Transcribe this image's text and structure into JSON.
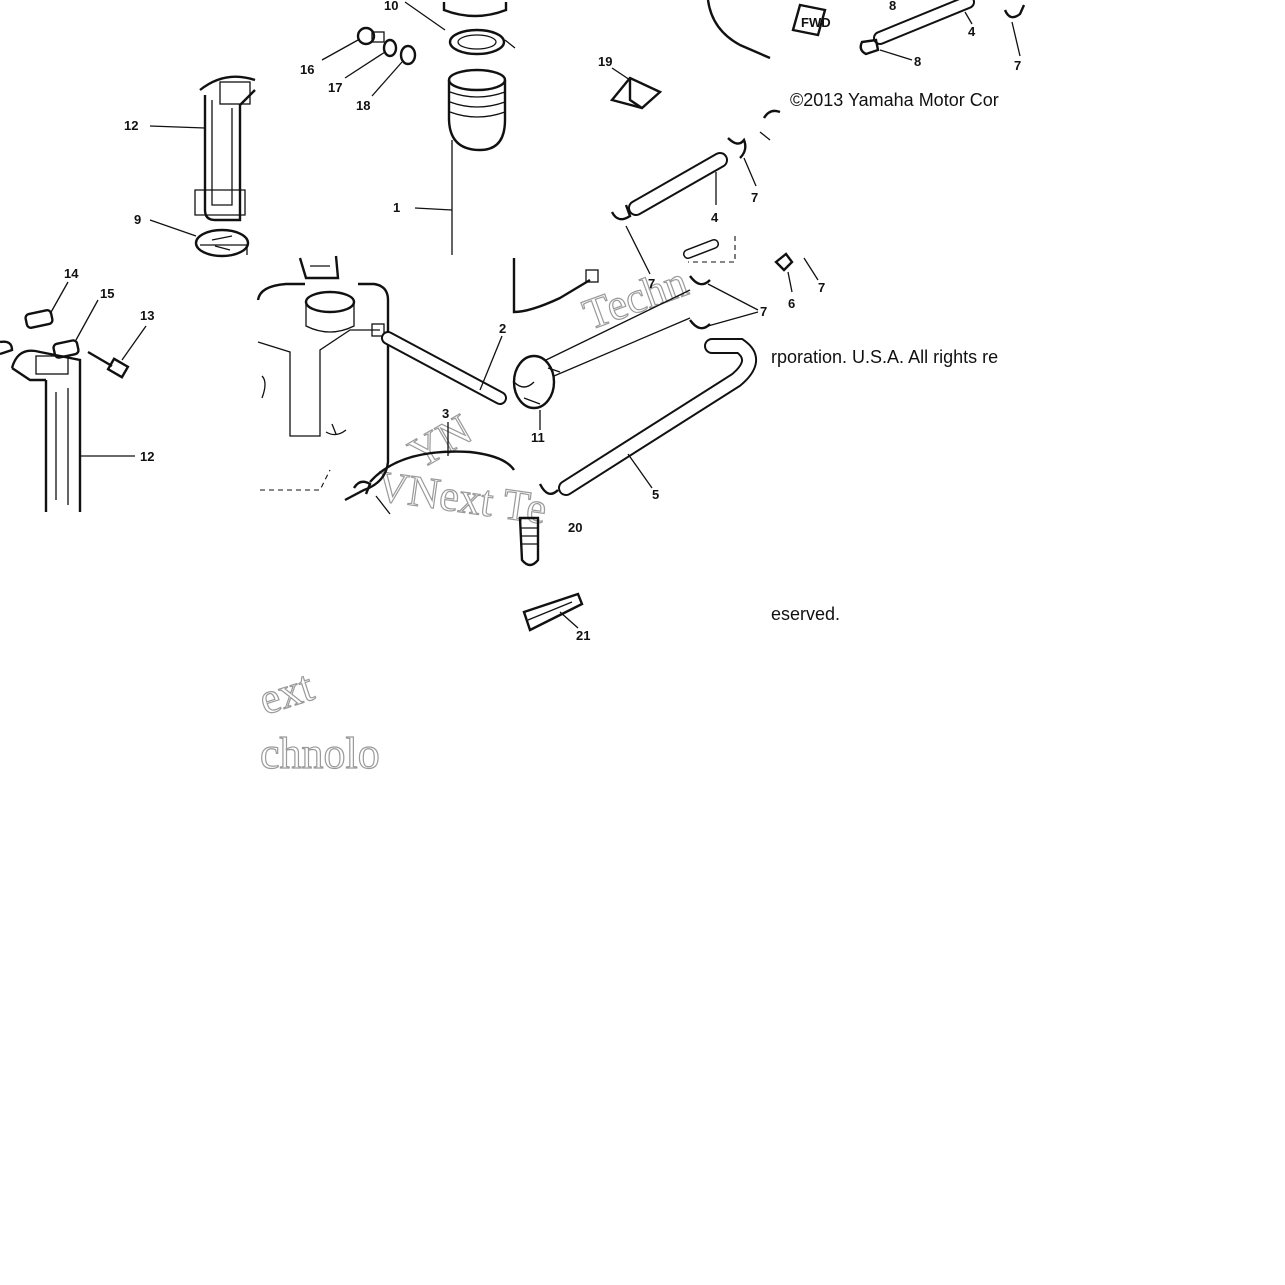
{
  "copyright": {
    "line1": "©2013 Yamaha Motor Cor",
    "line2": "rporation. U.S.A. All rights re",
    "line3": "eserved."
  },
  "watermark": {
    "frag1": "Techn",
    "frag2": "VNext Te",
    "frag3": "ext",
    "frag4": "chnolo",
    "frag5": "YN"
  },
  "fwd_mark": "FWD",
  "callouts": {
    "c10": "10",
    "c16": "16",
    "c17": "17",
    "c18": "18",
    "c12a": "12",
    "c1": "1",
    "c9": "9",
    "c19": "19",
    "c8a": "8",
    "c8b": "8",
    "c4a": "4",
    "c7a": "7",
    "c7b": "7",
    "c4b": "4",
    "c7c": "7",
    "c7d": "7",
    "c6": "6",
    "c7e": "7",
    "c2": "2",
    "c14": "14",
    "c15": "15",
    "c13": "13",
    "c12b": "12",
    "c3": "3",
    "c11": "11",
    "c5": "5",
    "c20": "20",
    "c21": "21"
  }
}
